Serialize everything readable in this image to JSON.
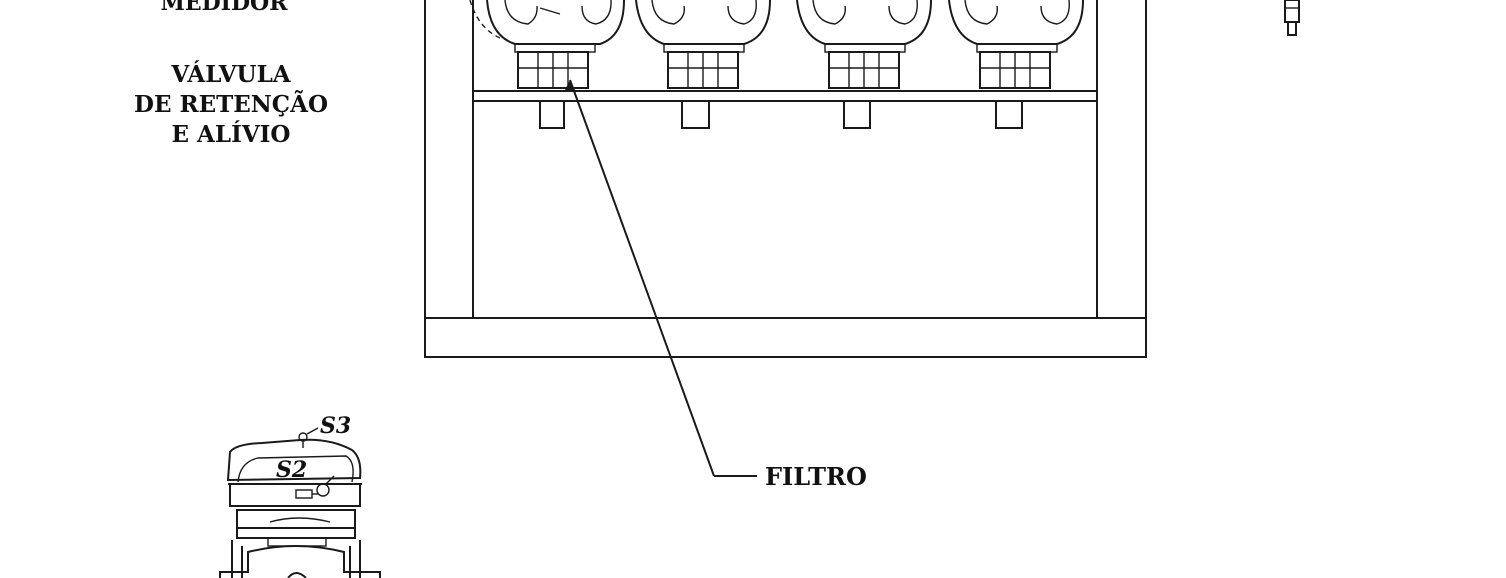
{
  "labels": {
    "medidor": "MEDIDOR",
    "valvula_line1": "VÁLVULA",
    "valvula_line2": "DE RETENÇÃO",
    "valvula_line3": "E ALÍVIO",
    "filtro": "FILTRO",
    "s2": "S2",
    "s3": "S3"
  },
  "colors": {
    "ink": "#1a1a1a",
    "paper": "#ffffff"
  }
}
